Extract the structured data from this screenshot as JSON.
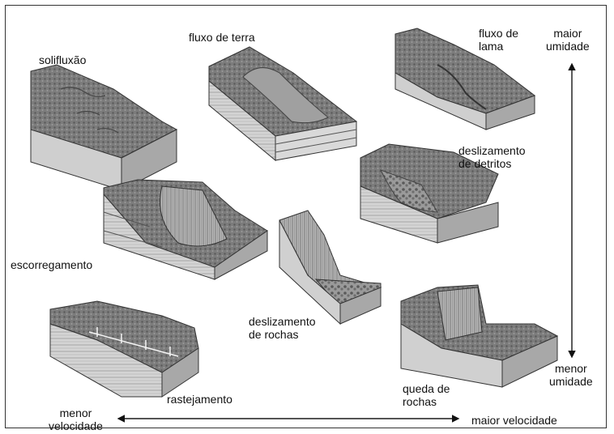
{
  "labels": {
    "solifluxao": "solifluxão",
    "fluxo_terra": "fluxo de terra",
    "fluxo_lama_1": "fluxo de",
    "fluxo_lama_2": "lama",
    "maior_umidade_1": "maior",
    "maior_umidade_2": "umidade",
    "desliz_detritos_1": "deslizamento",
    "desliz_detritos_2": "de detritos",
    "escorregamento": "escorregamento",
    "desliz_rochas_1": "deslizamento",
    "desliz_rochas_2": "de rochas",
    "menor_umidade_1": "menor",
    "menor_umidade_2": "umidade",
    "rastejamento": "rastejamento",
    "queda_rochas_1": "queda de",
    "queda_rochas_2": "rochas",
    "menor_velocidade_1": "menor",
    "menor_velocidade_2": "velocidade",
    "maior_velocidade": "maior velocidade"
  },
  "colors": {
    "terrain_top": "#8a8a8a",
    "terrain_side": "#c9c9c9",
    "terrain_dark": "#4a4a4a",
    "strata_light": "#e6e6e6"
  }
}
